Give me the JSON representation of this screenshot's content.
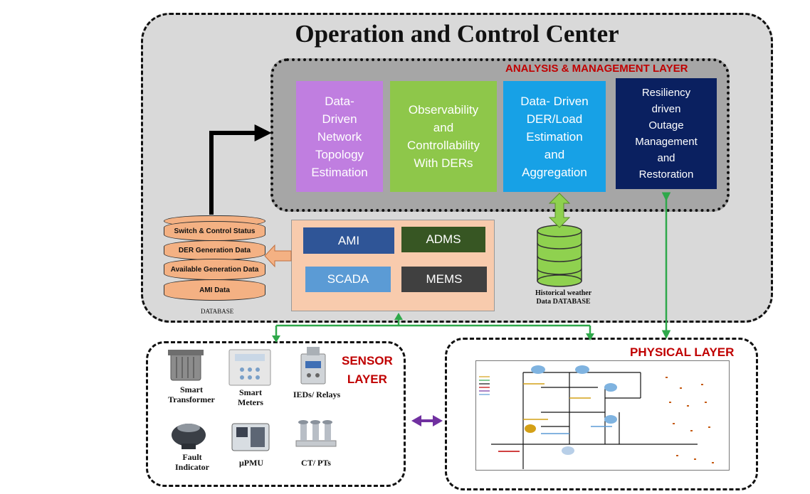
{
  "occ": {
    "title": "Operation and Control Center"
  },
  "analysis_layer": {
    "title": "ANALYSIS & MANAGEMENT LAYER",
    "modules": [
      {
        "lines": [
          "Data-",
          "Driven",
          "Network",
          "Topology",
          "Estimation"
        ],
        "color": "#c07ee0"
      },
      {
        "lines": [
          "Observability",
          "and",
          "Controllability",
          "With DERs"
        ],
        "color": "#8ec74a"
      },
      {
        "lines": [
          "Data- Driven",
          "DER/Load",
          "Estimation",
          "and",
          "Aggregation"
        ],
        "color": "#17a1e6"
      },
      {
        "lines": [
          "Resiliency",
          "driven",
          "Outage",
          "Management",
          "and",
          "Restoration"
        ],
        "color": "#0a2060"
      }
    ]
  },
  "systems": {
    "ami": "AMI",
    "adms": "ADMS",
    "scada": "SCADA",
    "mems": "MEMS",
    "colors": {
      "ami": "#2f5597",
      "adms": "#375623",
      "scada": "#5b9bd5",
      "mems": "#404040"
    }
  },
  "database": {
    "layers": [
      "Switch & Control Status",
      "DER Generation Data",
      "Available Generation Data",
      "AMI Data"
    ],
    "label": "DATABASE"
  },
  "historical_db": {
    "label_line1": "Historical weather",
    "label_line2": "Data DATABASE"
  },
  "sensor_layer": {
    "title_line1": "SENSOR",
    "title_line2": "LAYER",
    "devices": [
      {
        "icon": "smart-transformer-icon",
        "label_line1": "Smart",
        "label_line2": "Transformer"
      },
      {
        "icon": "smart-meter-icon",
        "label_line1": "Smart",
        "label_line2": "Meters"
      },
      {
        "icon": "relay-icon",
        "label_line1": "IEDs/ Relays",
        "label_line2": ""
      },
      {
        "icon": "fault-indicator-icon",
        "label_line1": "Fault",
        "label_line2": "Indicator"
      },
      {
        "icon": "pmu-icon",
        "label_line1": "μPMU",
        "label_line2": ""
      },
      {
        "icon": "ct-pt-icon",
        "label_line1": "CT/ PTs",
        "label_line2": ""
      }
    ]
  },
  "physical_layer": {
    "title": "PHYSICAL LAYER"
  },
  "colors": {
    "arrow_green": "#2ea84a",
    "arrow_purple": "#7030a0",
    "db_orange": "#f4b183",
    "db_green": "#8fd14f",
    "title_red": "#c00000"
  }
}
